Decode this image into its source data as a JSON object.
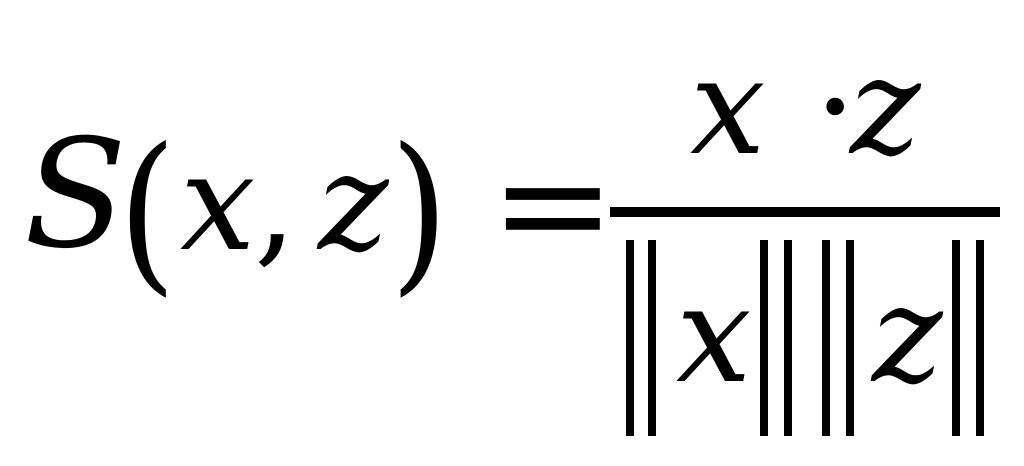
{
  "formula": {
    "lhs": {
      "function": "S",
      "open_paren": "(",
      "arg1": "x",
      "separator": ",",
      "arg2": "z",
      "close_paren": ")"
    },
    "equals": "=",
    "numerator": {
      "left": "x",
      "operator": "·",
      "right": "z"
    },
    "denominator": {
      "left": "x",
      "right": "z"
    }
  }
}
